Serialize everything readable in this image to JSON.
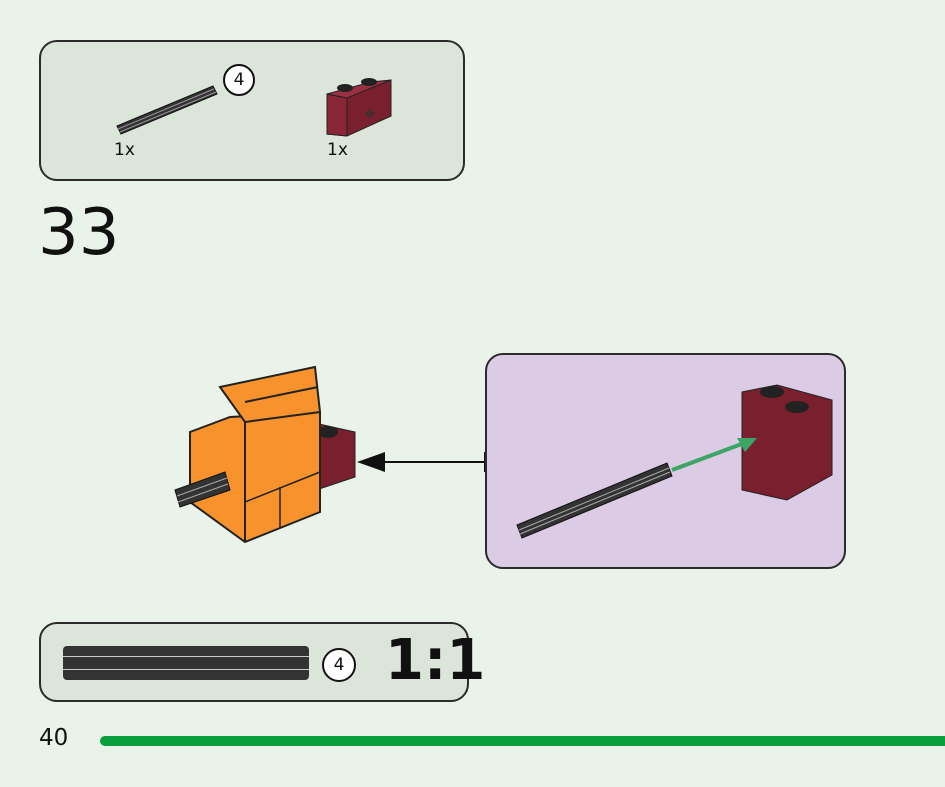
{
  "parts_list": {
    "items": [
      {
        "name": "axle",
        "length": "4",
        "quantity": "1x"
      },
      {
        "name": "technic-brick-1x2",
        "quantity": "1x"
      }
    ]
  },
  "step_number": "33",
  "callout": {
    "axle_length": "4",
    "scale": "1:1"
  },
  "page_number": "40",
  "colors": {
    "accent": "#0a9e3c",
    "orange": "#f7922d",
    "dark_red": "#7a1f2e",
    "callout_bg": "#dccbe4",
    "arrow": "#3aa564"
  }
}
